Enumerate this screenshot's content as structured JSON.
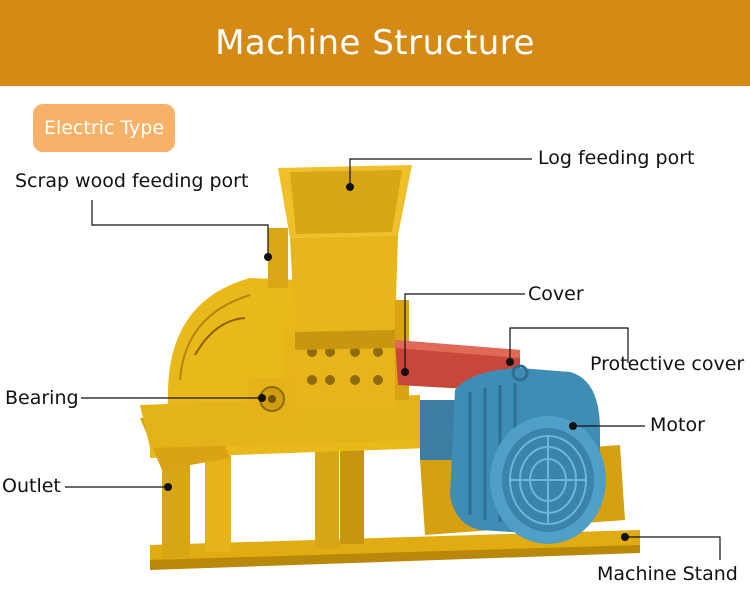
{
  "header": {
    "title": "Machine Structure"
  },
  "badge": {
    "text": "Electric Type"
  },
  "labels": {
    "scrap_wood_feeding_port": "Scrap wood feeding port",
    "log_feeding_port": "Log feeding port",
    "cover": "Cover",
    "protective_cover": "Protective cover",
    "bearing": "Bearing",
    "motor": "Motor",
    "outlet": "Outlet",
    "machine_stand": "Machine Stand"
  },
  "colors": {
    "header_bg": "#d58a16",
    "badge_bg": "#f6b269",
    "machine_yellow": "#e8b81a",
    "motor_blue": "#3f8db4",
    "belt_red": "#c8473a"
  }
}
